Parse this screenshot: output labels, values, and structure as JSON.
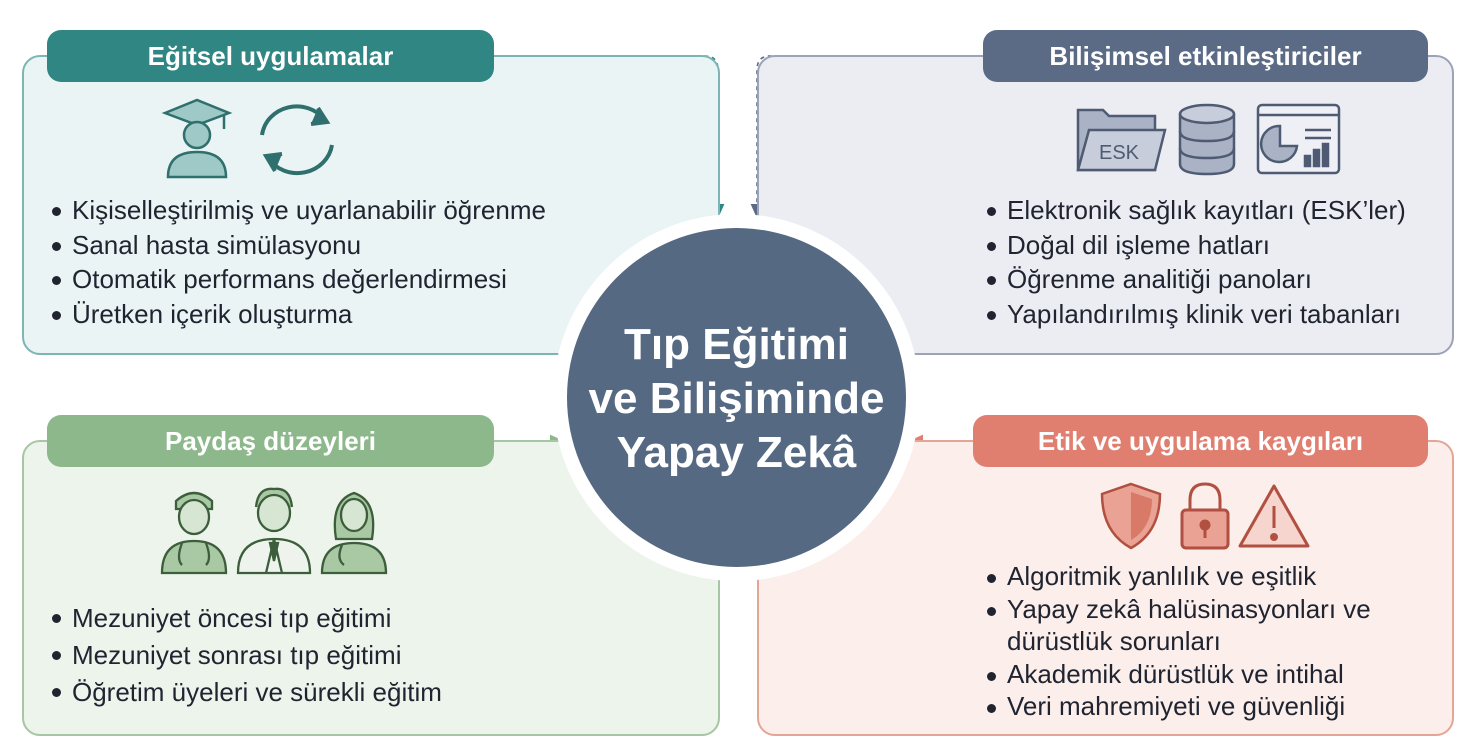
{
  "center": {
    "title": "Tıp Eğitimi\nve Bilişiminde\nYapay Zekâ"
  },
  "quadrants": {
    "top_left": {
      "title": "Eğitsel uygulamalar",
      "color": "#2f8683",
      "icons": [
        "graduate-icon",
        "cycle-arrows-icon"
      ],
      "items": [
        "Kişiselleştirilmiş ve uyarlanabilir öğrenme",
        "Sanal hasta simülasyonu",
        "Otomatik performans değerlendirmesi",
        "Üretken içerik oluşturma"
      ]
    },
    "top_right": {
      "title": "Bilişimsel etkinleştiriciler",
      "color": "#5b6b86",
      "icons": [
        "folder-icon",
        "database-icon",
        "dashboard-icon"
      ],
      "folder_label": "ESK",
      "items": [
        "Elektronik sağlık kayıtları (ESK’ler)",
        "Doğal dil işleme hatları",
        "Öğrenme analitiği panoları",
        "Yapılandırılmış klinik veri tabanları"
      ]
    },
    "bottom_left": {
      "title": "Paydaş düzeyleri",
      "color": "#8db88b",
      "icons": [
        "doctor-icon",
        "physician-icon",
        "female-doctor-icon"
      ],
      "items": [
        "Mezuniyet öncesi tıp eğitimi",
        "Mezuniyet sonrası tıp eğitimi",
        "Öğretim üyeleri ve sürekli eğitim"
      ]
    },
    "bottom_right": {
      "title": "Etik ve uygulama kaygıları",
      "color": "#e07e6f",
      "icons": [
        "shield-icon",
        "lock-icon",
        "warning-icon"
      ],
      "items": [
        "Algoritmik yanlılık ve eşitlik",
        "Yapay zekâ halüsinasyonları ve dürüstlük sorunları",
        "Akademik dürüstlük ve intihal",
        "Veri mahremiyeti ve güvenliği"
      ]
    }
  }
}
